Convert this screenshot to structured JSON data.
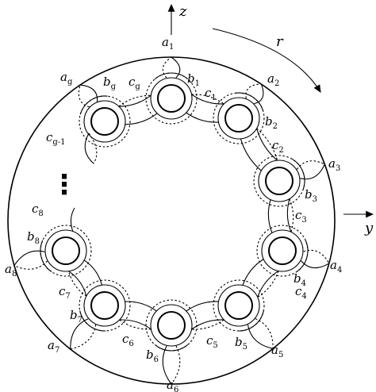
{
  "axes": {
    "z": "z",
    "y": "y",
    "r": "r"
  },
  "holes": [
    {
      "a": "a",
      "a_sub": "1",
      "b": "b",
      "b_sub": "1",
      "c": "c",
      "c_sub": "1"
    },
    {
      "a": "a",
      "a_sub": "2",
      "b": "b",
      "b_sub": "2",
      "c": "c",
      "c_sub": "2"
    },
    {
      "a": "a",
      "a_sub": "3",
      "b": "b",
      "b_sub": "3",
      "c": "c",
      "c_sub": "3"
    },
    {
      "a": "a",
      "a_sub": "4",
      "b": "b",
      "b_sub": "4",
      "c": "c",
      "c_sub": "4"
    },
    {
      "a": "a",
      "a_sub": "5",
      "b": "b",
      "b_sub": "5",
      "c": "c",
      "c_sub": "5"
    },
    {
      "a": "a",
      "a_sub": "6",
      "b": "b",
      "b_sub": "6",
      "c": "c",
      "c_sub": "6"
    },
    {
      "a": "a",
      "a_sub": "7",
      "b": "b",
      "b_sub": "7",
      "c": "c",
      "c_sub": "7"
    },
    {
      "a": "a",
      "a_sub": "8",
      "b": "b",
      "b_sub": "8",
      "c": "c",
      "c_sub": "8"
    },
    {
      "a": "a",
      "a_sub": "g",
      "b": "b",
      "b_sub": "g",
      "c": "c",
      "c_sub": "g"
    }
  ],
  "extra_curve": {
    "c": "c",
    "c_sub": "g-1"
  },
  "ellipsis": "⋮"
}
